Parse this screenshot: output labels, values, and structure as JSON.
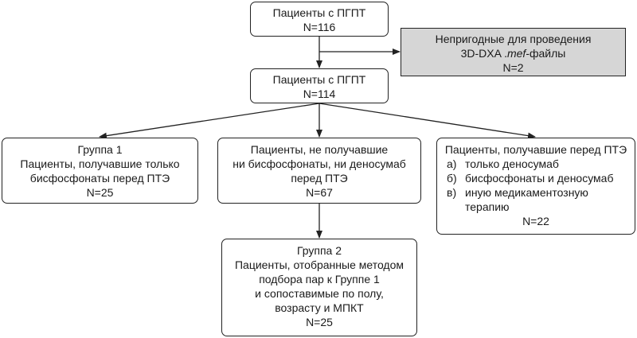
{
  "boxes": {
    "start": {
      "title": "Пациенты с ПГПТ",
      "n": "N=116"
    },
    "excluded": {
      "line1": "Непригодные для проведения",
      "line2_pre": "3D-DXA .",
      "line2_em": "mef",
      "line2_post": "-файлы",
      "n": "N=2"
    },
    "middle": {
      "title": "Пациенты с ПГПТ",
      "n": "N=114"
    },
    "group1": {
      "line1": "Группа 1",
      "line2": "Пациенты, получавшие только",
      "line3": "бисфосфонаты перед ПТЭ",
      "n": "N=25"
    },
    "no_treatment": {
      "line1": "Пациенты, не получавшие",
      "line2": "ни бисфосфонаты, ни деносумаб",
      "line3": "перед ПТЭ",
      "n": "N=67"
    },
    "other_treatment": {
      "title": "Пациенты, получавшие перед ПТЭ",
      "items": [
        {
          "marker": "а)",
          "text": "только деносумаб"
        },
        {
          "marker": "б)",
          "text": "бисфосфонаты и деносумаб"
        },
        {
          "marker": "в)",
          "text": "иную медикаментозную"
        }
      ],
      "item3_cont": "терапию",
      "n": "N=22"
    },
    "group2": {
      "line1": "Группа 2",
      "line2": "Пациенты, отобранные методом",
      "line3": "подбора пар к Группе 1",
      "line4": "и сопоставимые по полу,",
      "line5": "возрасту и МПКТ",
      "n": "N=25"
    }
  },
  "colors": {
    "excluded_fill": "#d6d6d6",
    "stroke": "#222222"
  }
}
